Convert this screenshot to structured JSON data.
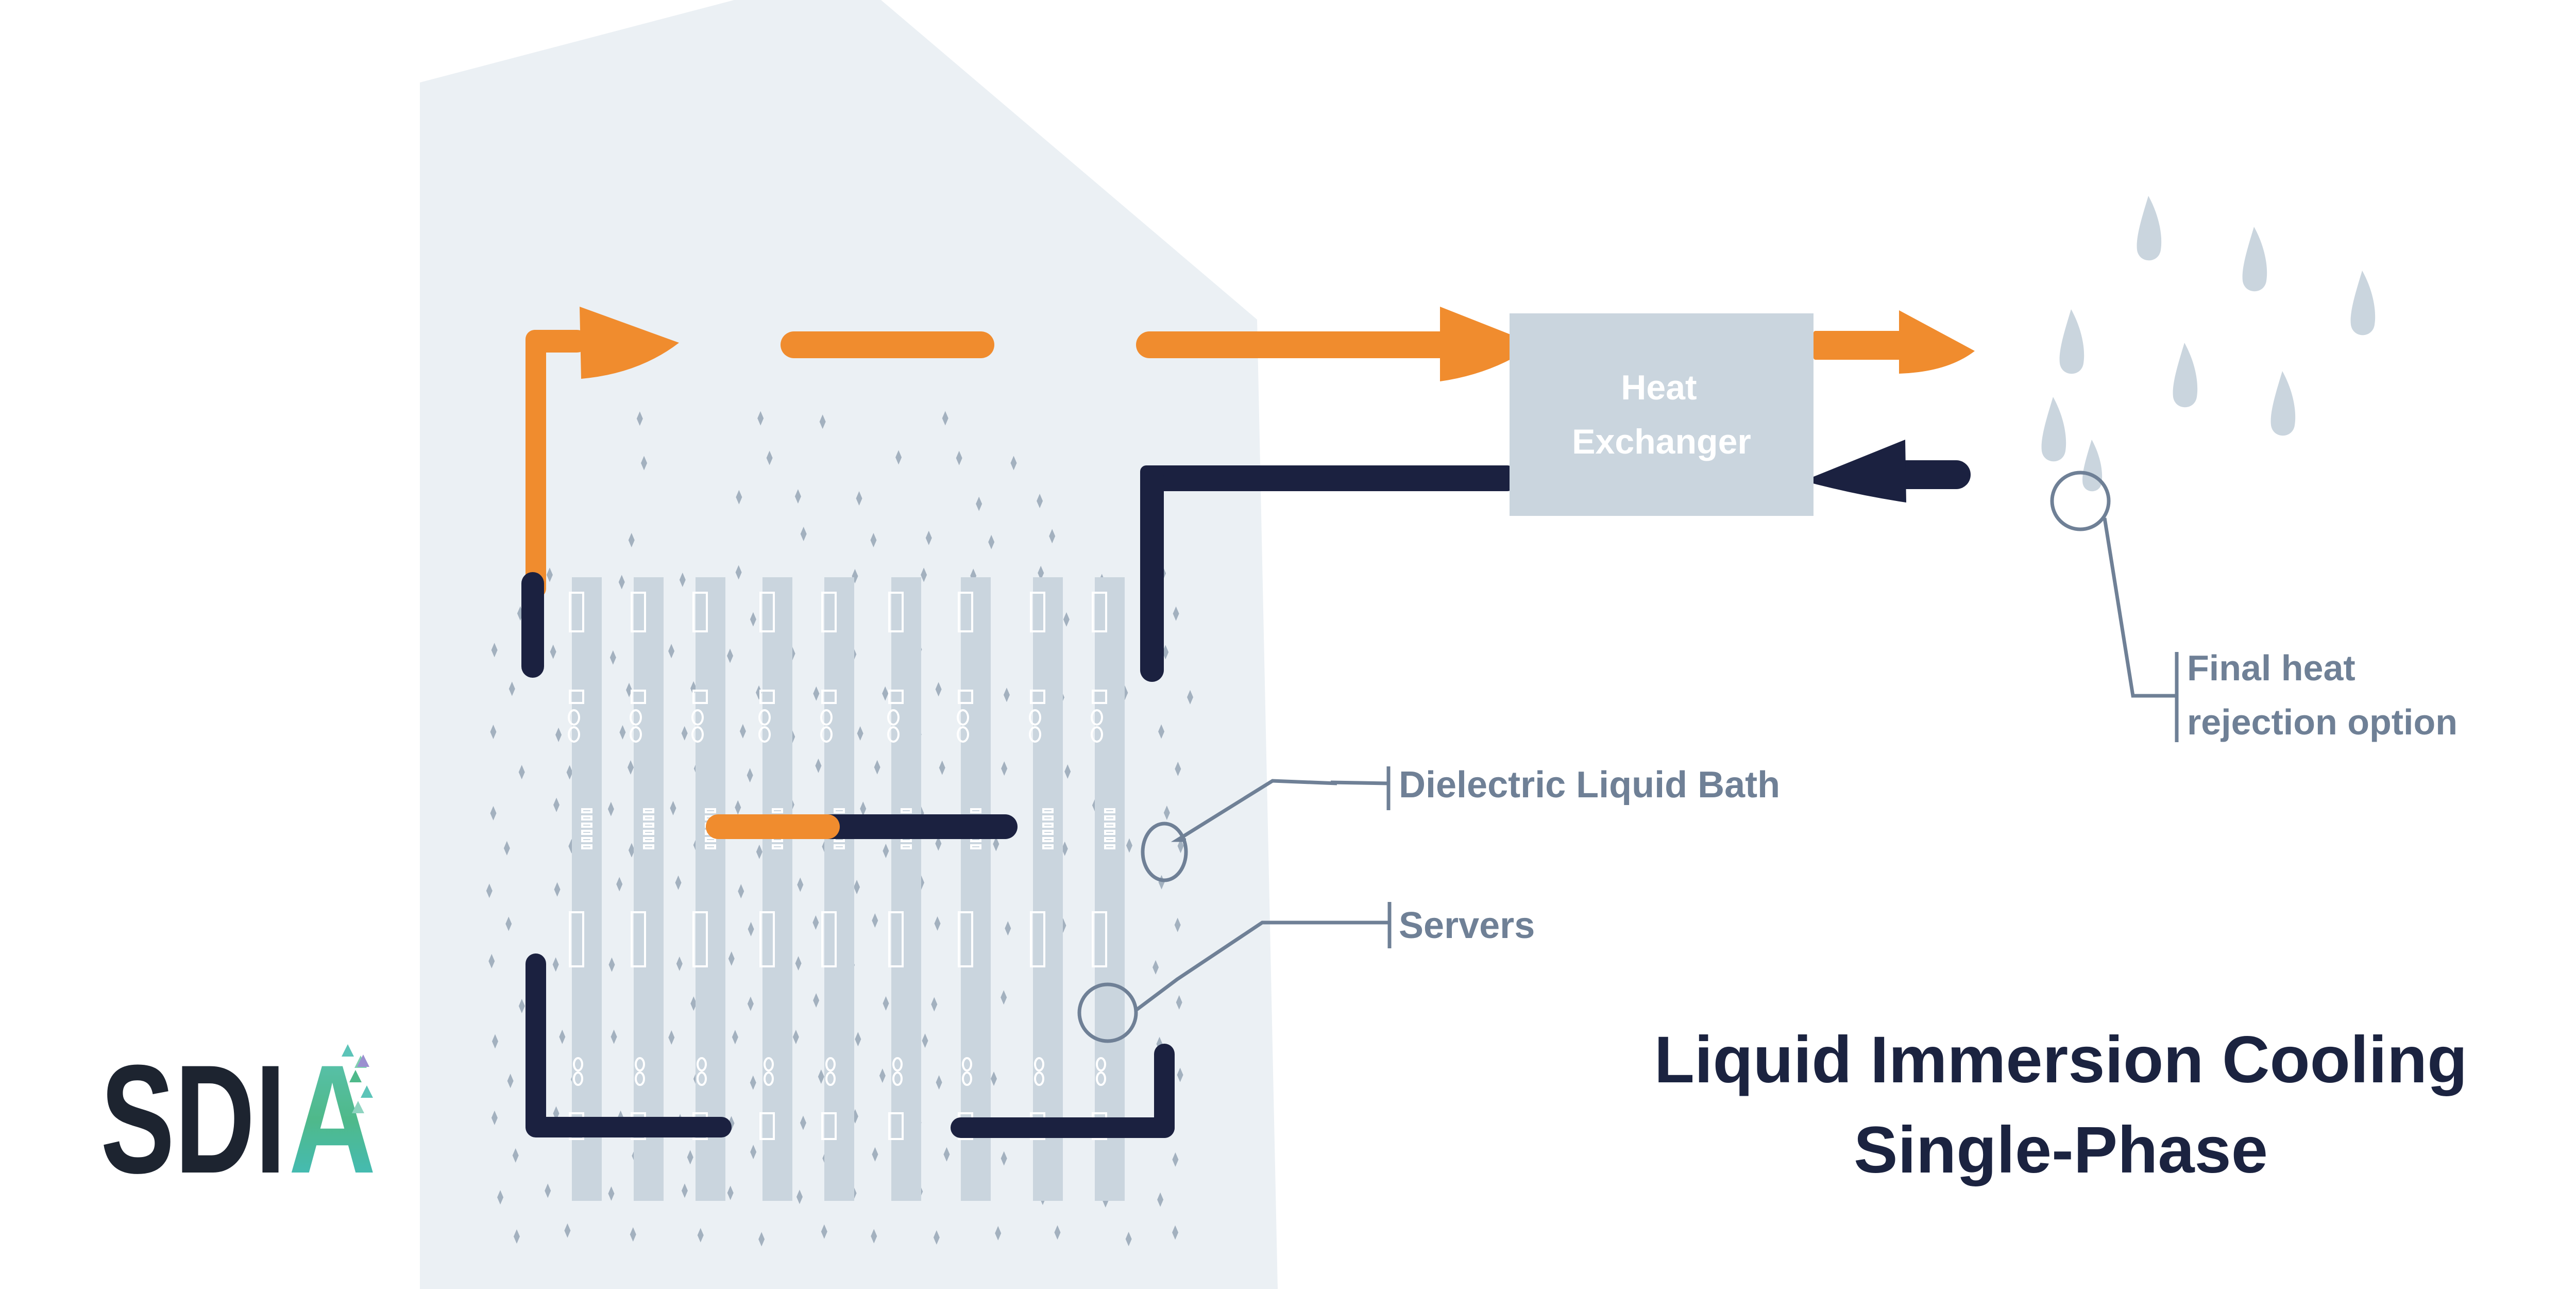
{
  "title": {
    "line1": "Liquid Immersion Cooling",
    "line2": "Single-Phase"
  },
  "heat_exchanger": {
    "line1": "Heat",
    "line2": "Exchanger"
  },
  "callouts": {
    "bath": "Dielectric Liquid Bath",
    "servers": "Servers",
    "rejection_line1": "Final heat",
    "rejection_line2": "rejection option"
  },
  "logo": {
    "text": "SDI",
    "accent_letter": "A"
  },
  "colors": {
    "hot": "#f08c2e",
    "cold": "#1b2140",
    "tank": "#ebf0f4",
    "server": "#cad5de",
    "label": "#6f8096",
    "droplet": "#cad5de",
    "diamond": "#a3b1bf"
  },
  "server_count": 9,
  "droplet_count": 8
}
